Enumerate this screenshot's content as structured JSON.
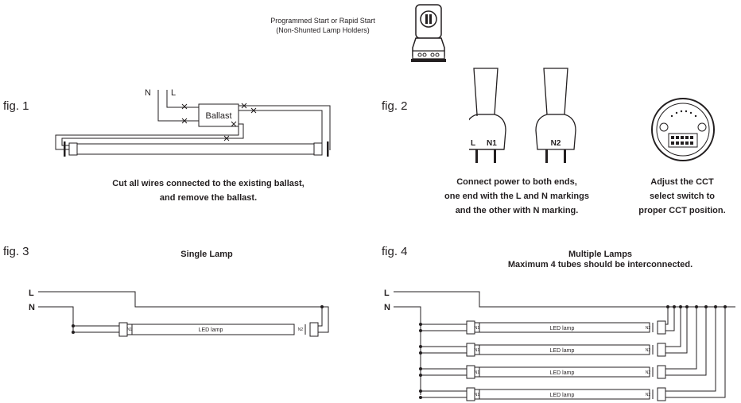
{
  "holder_note": {
    "line1": "Programmed Start or Rapid Start",
    "line2": "(Non-Shunted Lamp Holders)"
  },
  "fig1": {
    "label": "fig. 1",
    "n": "N",
    "l": "L",
    "ballast": "Ballast",
    "caption1": "Cut all wires connected to the existing ballast,",
    "caption2": "and remove the ballast."
  },
  "fig2": {
    "label": "fig. 2",
    "tube1_l": "L",
    "tube1_n": "N1",
    "tube2_n": "N2",
    "caption1": "Connect power to both ends,",
    "caption2": "one end with the L and N markings",
    "caption3": "and the other with N marking.",
    "cct1": "Adjust the CCT",
    "cct2": "select switch to",
    "cct3": "proper CCT position."
  },
  "fig3": {
    "label": "fig. 3",
    "title": "Single Lamp",
    "l": "L",
    "n": "N",
    "lamp": "LED lamp",
    "left_mark": "N1",
    "right_mark": "N2"
  },
  "fig4": {
    "label": "fig. 4",
    "title": "Multiple Lamps",
    "subtitle": "Maximum 4 tubes should be interconnected.",
    "l": "L",
    "n": "N",
    "lamps": [
      {
        "label": "LED lamp",
        "left_mark": "N1",
        "right_mark": "N2"
      },
      {
        "label": "LED lamp",
        "left_mark": "N1",
        "right_mark": "N2"
      },
      {
        "label": "LED lamp",
        "left_mark": "N1",
        "right_mark": "N2"
      },
      {
        "label": "LED lamp",
        "left_mark": "N1",
        "right_mark": "N2"
      }
    ]
  }
}
